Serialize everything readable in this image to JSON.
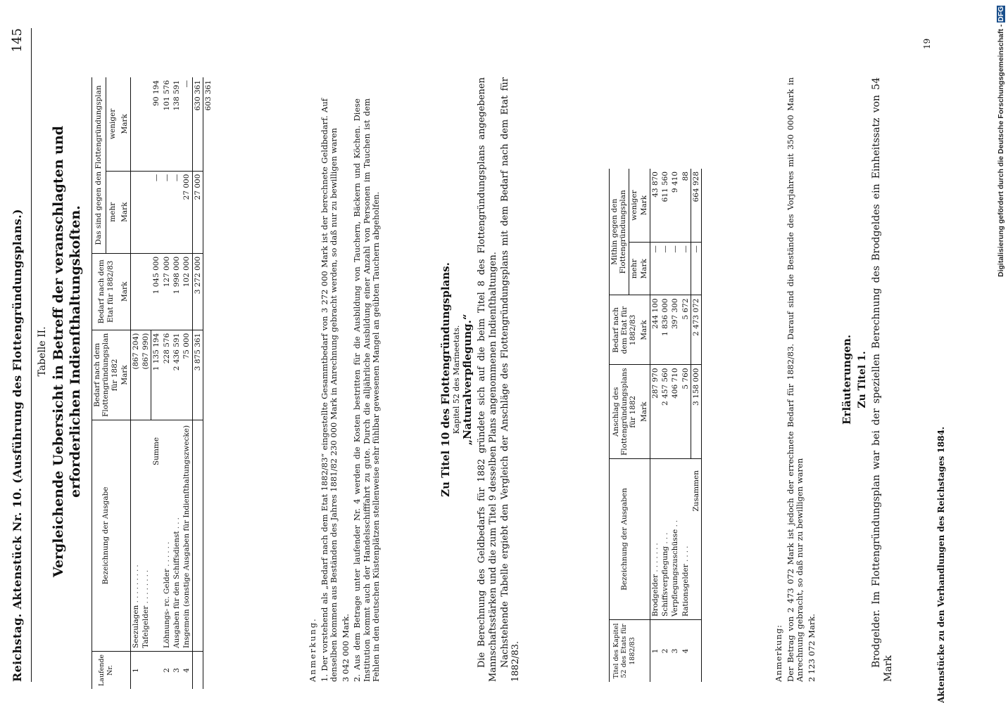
{
  "header": {
    "left": "Reichstag.   Aktenstück Nr. 10.  (Ausführung des Flottengründungsplans.)",
    "page": "145"
  },
  "tabelle_ii": {
    "label": "Tabelle II.",
    "title1": "Vergleichende Uebersicht in Betreff der veranschlagten und",
    "title2": "erforderlichen Indienſthaltungskoſten.",
    "headers": {
      "nr": "Laufende Nr.",
      "bez": "Bezeichnung der Ausgabe",
      "bedarf_plan": "Bedarf nach dem Flottengründungsplan für 1882",
      "bedarf_etat": "Bedarf nach dem Etat für 1882/83",
      "diff": "Das sind gegen den Flottengründungsplan",
      "mehr": "mehr",
      "weniger": "weniger",
      "mark": "Mark"
    },
    "rows": [
      {
        "nr": "1",
        "bez": "Seezulagen",
        "plan": "(867 204)",
        "etat": "",
        "mehr": "",
        "weniger": ""
      },
      {
        "nr": "",
        "bez": "Tafelgelder",
        "plan": "(867 990)",
        "etat": "",
        "mehr": "",
        "weniger": ""
      },
      {
        "nr": "",
        "bez": "Summe",
        "plan": "1 135 194",
        "etat": "1 045 000",
        "mehr": "—",
        "weniger": "90 194"
      },
      {
        "nr": "2",
        "bez": "Löhnungs- rc. Gelder",
        "plan": "228 576",
        "etat": "127 000",
        "mehr": "—",
        "weniger": "101 576"
      },
      {
        "nr": "3",
        "bez": "Ausgaben für den Schiffsdienst",
        "plan": "2 436 591",
        "etat": "1 998 000",
        "mehr": "—",
        "weniger": "138 591"
      },
      {
        "nr": "4",
        "bez": "Insgemein (sonstige Ausgaben für Indienſthaltungszwecke)",
        "plan": "75 000",
        "etat": "102 000",
        "mehr": "27 000",
        "weniger": "—"
      }
    ],
    "total": {
      "plan": "3 875 361",
      "etat": "3 272 000",
      "mehr": "27 000",
      "weniger": "630 361"
    },
    "net": "603 361",
    "anm_label": "Anmerkung.",
    "anm1": "1. Der vorstehend als „Bedarf nach dem Etat 1882/83“ eingestellte Gesammtbedarf von 3 272 000 Mark ist der berechnete Geldbedarf. Auf denselben kommen aus Beständen des Jahres 1881/82 230 000 Mark in Anrechnung gebracht werden, so daß nur zu bewilligen waren",
    "anm1_sum": "3 042 000 Mark.",
    "anm2": "2. Aus dem Betrage unter laufender Nr. 4 werden die Kosten bestritten für die Ausbildung von Tauchern, Bäckern und Köchen. Diese Institution kommt auch der Handelsschifffahrt zu gute. Durch die alljährliche Ausbildung einer Anzahl von Personen im Tauchen ist dem Fehlen in den deutschen Küstenplätzen stellenweise sehr fühlbar gewesenen Mangel an geübten Tauchern abgeholfen."
  },
  "titel10": {
    "heading": "Zu Titel 10 des Flottengründungsplans.",
    "sub": "Kapitel 52 des Marineetats.",
    "name": "„Naturalverpflegung.“",
    "para": "Die Berechnung des Geldbedarfs für 1882 gründete sich auf die beim Titel 8 des Flottengründungsplans angegebenen Mannschaftsstärken und die zum Titel 9 desselben Plans angenommenen Indienſthaltungen.",
    "para2": "Nachstehende Tabelle ergiebt den Vergleich der Anschläge des Flottengründungsplans mit dem Bedarf nach dem Etat für 1882/83."
  },
  "table2": {
    "headers": {
      "titel": "Titel des Kapitel 52 des Etats für 1882/83",
      "bez": "Bezeichnung der Ausgaben",
      "anschlag": "Anschlag des Flottengründungsplans für 1882",
      "bedarf": "Bedarf nach dem Etat für 1882/83",
      "diff": "Mithin gegen den Flottengründungsplan",
      "mehr": "mehr",
      "weniger": "weniger",
      "mark": "Mark"
    },
    "rows": [
      {
        "titel": "1",
        "bez": "Brodgelder",
        "anschlag": "287 970",
        "bedarf": "244 100",
        "mehr": "—",
        "weniger": "43 870"
      },
      {
        "titel": "2",
        "bez": "Schiffsverpflegung",
        "anschlag": "2 457 560",
        "bedarf": "1 836 000",
        "mehr": "—",
        "weniger": "611 560"
      },
      {
        "titel": "3",
        "bez": "Verpflegungszuschüsse",
        "anschlag": "406 710",
        "bedarf": "397 300",
        "mehr": "—",
        "weniger": "9 410"
      },
      {
        "titel": "4",
        "bez": "Rationsgelder",
        "anschlag": "5 760",
        "bedarf": "5 672",
        "mehr": "—",
        "weniger": "88"
      }
    ],
    "total_label": "Zusammen",
    "total": {
      "anschlag": "3 158 000",
      "bedarf": "2 473 072",
      "mehr": "—",
      "weniger": "664 928"
    },
    "anm_label": "Anmerkung:",
    "anm": "Der Betrag von 2 473 072 Mark ist jedoch der errechnete Bedarf für 1882/83. Darauf sind die Bestände des Vorjahres mit 350 000 Mark in Anrechnung gebracht, so daß nur zu bewilligen waren",
    "anm_sum": "2 123 072 Mark."
  },
  "erl": {
    "heading": "Erläuterungen.",
    "sub": "Zu Titel 1.",
    "text": "Brodgelder. Im Flottengründungsplan war bei der speziellen Berechnung des Brodgeldes ein Einheitssatz von 54 Mark"
  },
  "footer": "Aktenstücke zu den Verhandlungen des Reichstages 1884.",
  "page_nr": "19",
  "credit": {
    "text": "Digitalisierung gefördert durch die Deutsche Forschungsgemeinschaft -",
    "dfg": "DFG"
  }
}
